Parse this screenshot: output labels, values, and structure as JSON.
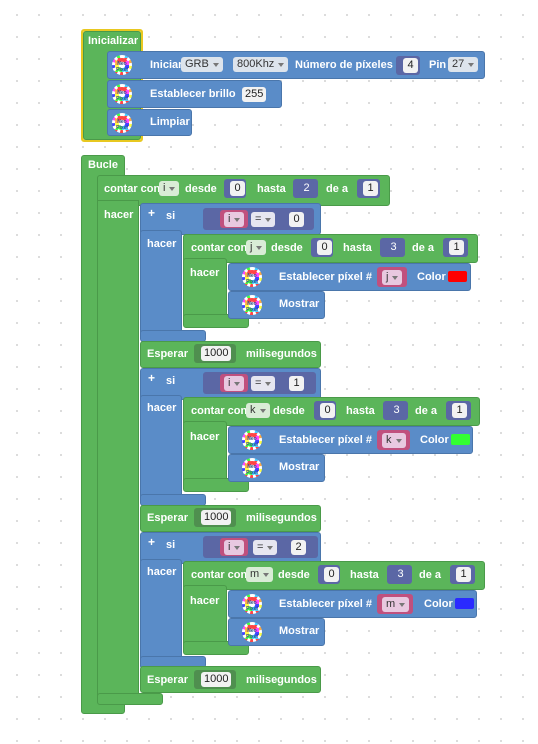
{
  "init": {
    "title": "Inicializar",
    "start_label": "Iniciar",
    "order_value": "GRB",
    "speed_value": "800Khz",
    "pixels_label": "Número de píxeles",
    "pixels_value": "4",
    "pin_label": "Pin",
    "pin_value": "27",
    "brightness_label": "Establecer brillo",
    "brightness_value": "255",
    "clear_label": "Limpiar"
  },
  "loop": {
    "title": "Bucle",
    "count_label": "contar con",
    "count_var": "i",
    "from_label": "desde",
    "from_value": "0",
    "to_label": "hasta",
    "to_value": "2",
    "step_label": "de a",
    "step_value": "1",
    "do_label": "hacer",
    "wait_label": "Esperar",
    "ms_label": "milisegundos",
    "sections": [
      {
        "if_label": "si",
        "var": "i",
        "op": "=",
        "compare_value": "0",
        "do_label": "hacer",
        "inner_count_label": "contar con",
        "inner_var": "j",
        "inner_from_label": "desde",
        "inner_from": "0",
        "inner_to_label": "hasta",
        "inner_to": "3",
        "inner_step_label": "de a",
        "inner_step": "1",
        "inner_do_label": "hacer",
        "set_pixel_label": "Establecer píxel #",
        "pixel_var": "j",
        "color_label": "Color",
        "color": "#ff0000",
        "show_label": "Mostrar",
        "wait_value": "1000"
      },
      {
        "if_label": "si",
        "var": "i",
        "op": "=",
        "compare_value": "1",
        "do_label": "hacer",
        "inner_count_label": "contar con",
        "inner_var": "k",
        "inner_from_label": "desde",
        "inner_from": "0",
        "inner_to_label": "hasta",
        "inner_to": "3",
        "inner_step_label": "de a",
        "inner_step": "1",
        "inner_do_label": "hacer",
        "set_pixel_label": "Establecer píxel #",
        "pixel_var": "k",
        "color_label": "Color",
        "color": "#33ff33",
        "show_label": "Mostrar",
        "wait_value": "1000"
      },
      {
        "if_label": "si",
        "var": "i",
        "op": "=",
        "compare_value": "2",
        "do_label": "hacer",
        "inner_count_label": "contar con",
        "inner_var": "m",
        "inner_from_label": "desde",
        "inner_from": "0",
        "inner_to_label": "hasta",
        "inner_to": "3",
        "inner_step_label": "de a",
        "inner_step": "1",
        "inner_do_label": "hacer",
        "set_pixel_label": "Establecer píxel #",
        "pixel_var": "m",
        "color_label": "Color",
        "color": "#2a2aff",
        "show_label": "Mostrar",
        "wait_value": "1000"
      }
    ]
  },
  "icons": {
    "neopixel": "neopixel-ring-icon",
    "neopixel_text": "Neo Pixel",
    "plus": "+"
  }
}
